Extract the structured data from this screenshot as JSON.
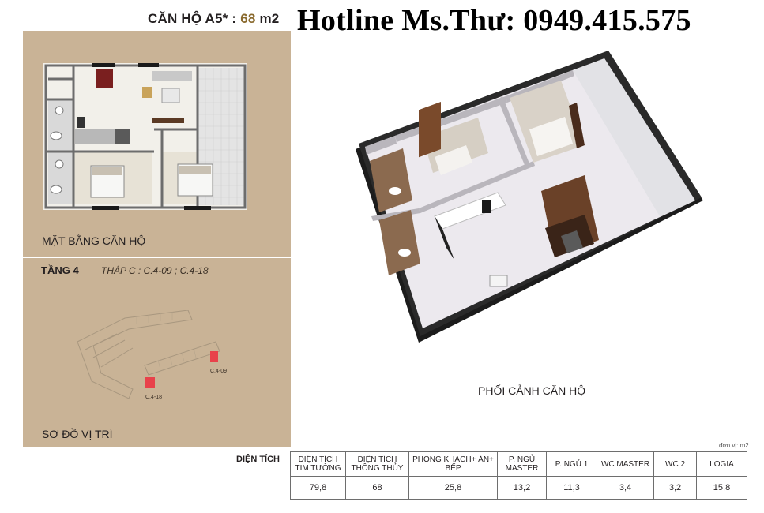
{
  "header": {
    "apartment_prefix": "CĂN HỘ A5* : ",
    "apartment_area": "68",
    "apartment_unit": " m2",
    "hotline": "Hotline Ms.Thư: 0949.415.575"
  },
  "left_panel": {
    "floor_plan_label": "MẶT BẰNG CĂN HỘ",
    "floor_label": "TẦNG 4",
    "tower_label": "THÁP C :  C.4-09 ; C.4-18",
    "site_plan_label": "SƠ ĐỒ VỊ TRÍ",
    "unit_a": "C.4-09",
    "unit_b": "C.4-18"
  },
  "perspective": {
    "label": "PHỐI CẢNH CĂN HỘ"
  },
  "table": {
    "unit_note": "đơn vị: m2",
    "title": "DIỆN TÍCH",
    "headers": [
      "DIỆN TÍCH TIM TƯỜNG",
      "DIỆN TÍCH THÔNG THỦY",
      "PHÒNG KHÁCH+ ĂN+ BẾP",
      "P. NGỦ MASTER",
      "P. NGỦ 1",
      "WC MASTER",
      "WC 2",
      "LOGIA"
    ],
    "values": [
      "79,8",
      "68",
      "25,8",
      "13,2",
      "11,3",
      "3,4",
      "3,2",
      "15,8"
    ]
  },
  "colors": {
    "panel": "#c9b396",
    "accent_area": "#8a6a2e",
    "highlight_unit": "#e8414a",
    "logia_tile": "#e6e6e6"
  }
}
